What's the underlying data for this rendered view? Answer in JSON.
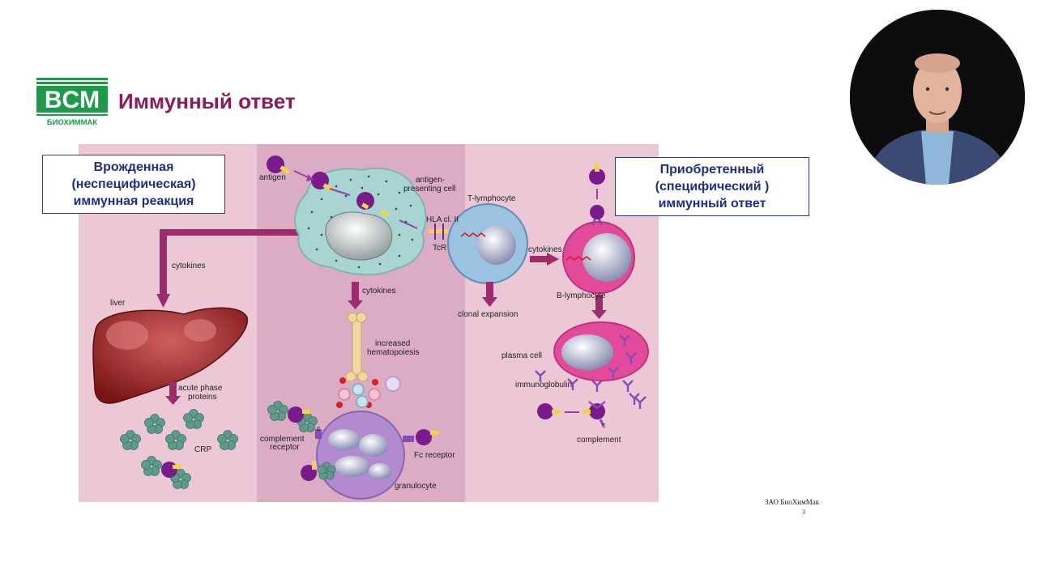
{
  "slide": {
    "logo": {
      "letters": "BCM",
      "subtitle": "БИОХИММАК"
    },
    "title": "Иммунный ответ",
    "left_callout": "Врожденная\n(неспецифическая)\nиммунная реакция",
    "right_callout": "Приобретенный\n(специфический )\nиммунный ответ",
    "footer_company": "ЗАО БиоХимМак",
    "page_number": "3"
  },
  "diagram": {
    "labels": {
      "antigen": "antigen",
      "apc_1": "antigen-",
      "apc_2": "presenting cell",
      "t_lymphocyte": "T-lymphocyte",
      "hla": "HLA cl. II",
      "tcr": "TcR",
      "cytokines_left": "cytokines",
      "cytokines_middle": "cytokines",
      "cytokines_right": "cytokines",
      "liver": "liver",
      "b_lymphocyte": "B-lymphocyte",
      "clonal_expansion": "clonal expansion",
      "hematopoiesis_1": "increased",
      "hematopoiesis_2": "hematopoiesis",
      "plasma_cell": "plasma cell",
      "acute_phase_1": "acute phase",
      "acute_phase_2": "proteins",
      "immunoglobulin": "immunoglobulin",
      "crp": "CRP",
      "complement_receptor_1": "complement",
      "complement_receptor_2": "receptor",
      "fc_receptor": "Fc receptor",
      "complement": "complement",
      "granulocyte": "granulocyte",
      "c_mark_1": "c",
      "c_mark_2": "c"
    }
  },
  "colors": {
    "title": "#8b1a5e",
    "callout_text": "#1f2f86",
    "logo_green": "#1e9a4a",
    "arrow": "#9b2c6e",
    "panel_light": "#ecc8d6",
    "panel_dark": "#dcacc4"
  }
}
